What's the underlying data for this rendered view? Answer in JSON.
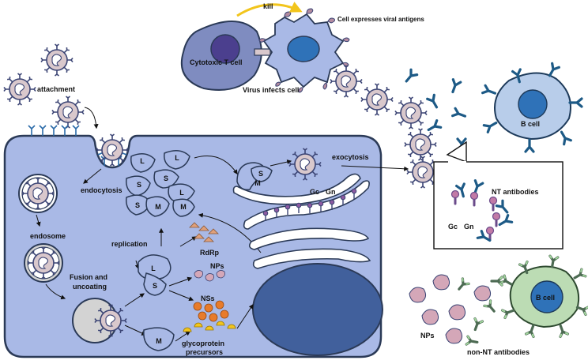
{
  "labels": {
    "kill": "kill",
    "cell_expresses": "Cell expresses viral antigens",
    "cytotoxic_t_cell": "Cytotoxic T cell",
    "virus_infects_cell": "Virus infects cell",
    "attachment": "attachment",
    "b_cell_top": "B cell",
    "endocytosis": "endocytosis",
    "exocytosis": "exocytosis",
    "endosome": "endosome",
    "replication": "replication",
    "rdrp": "RdRp",
    "nps_inner": "NPs",
    "nss": "NSs",
    "fusion_line1": "Fusion and",
    "fusion_line2": "uncoating",
    "glyco_line1": "glycoprotein",
    "glyco_line2": "precursors",
    "gc_top": "Gc",
    "gn_top": "Gn",
    "nt_antibodies": "NT antibodies",
    "gc_inset": "Gc",
    "gn_inset": "Gn",
    "b_cell_bottom": "B cell",
    "nps_outer": "NPs",
    "non_nt_antibodies": "non-NT antibodies"
  },
  "segments": {
    "L": "L",
    "S": "S",
    "M": "M"
  },
  "colors": {
    "cell_fill": "#a9b9e6",
    "cell_stroke": "#2b3a57",
    "nucleus": "#41609c",
    "t_cell": "#7f8cc0",
    "b_cell_fill": "#b8cdea",
    "b_cell_nucleus": "#2f72b8",
    "virion_fill": "#d9c8cc",
    "virion_spike": "#3b4474",
    "antibody_blue": "#1d5a86",
    "antibody_purple": "#6a4a8a",
    "antibody_pink": "#c27aa6",
    "green_cell": "#bcdcb4",
    "nss_orange": "#e87b2a",
    "glyco_yellow": "#f2c51c",
    "rdrp": "#e0a07a",
    "np_pink": "#d4a7b8"
  }
}
